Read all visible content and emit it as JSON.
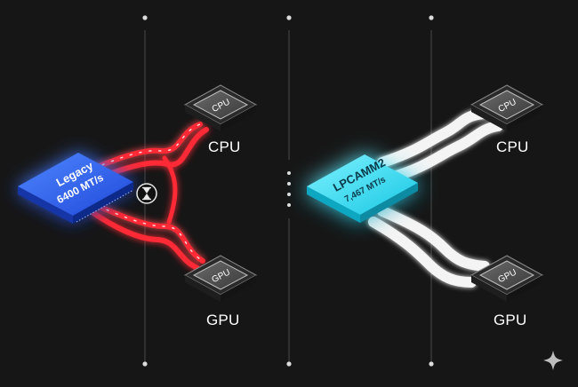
{
  "left_panel": {
    "memory_line1": "Legacy",
    "memory_line2": "6400 MT/s",
    "cpu_chip_text": "CPU",
    "cpu_caption": "CPU",
    "gpu_chip_text": "GPU",
    "gpu_caption": "GPU",
    "icon": "hourglass-icon",
    "trace_color": "#e8222e",
    "memory_color": "#2f63f2"
  },
  "right_panel": {
    "memory_line1": "LPCAMM2",
    "memory_line2": "7,467 MT/s",
    "cpu_chip_text": "CPU",
    "cpu_caption": "CPU",
    "gpu_chip_text": "GPU",
    "gpu_caption": "GPU",
    "trace_color": "#f4f4f4",
    "memory_color": "#22d6ee"
  },
  "corner_icon": "sparkle-icon"
}
